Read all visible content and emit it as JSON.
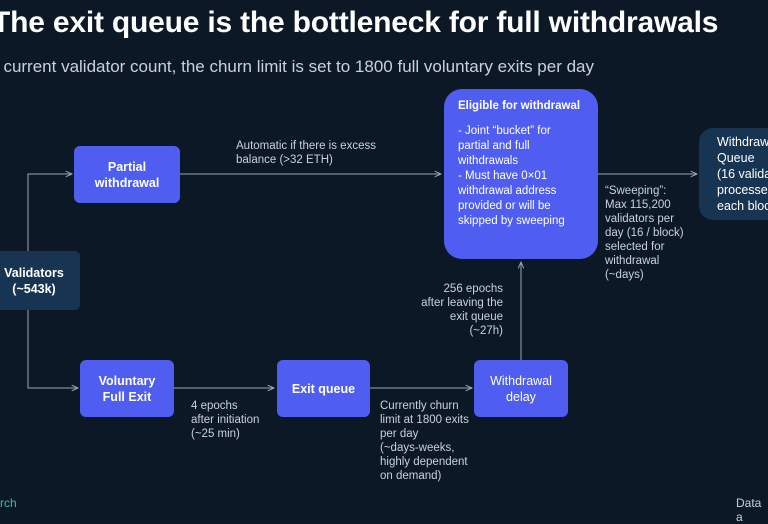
{
  "title": "The exit queue is the bottleneck for full withdrawals",
  "subtitle": "t current validator count, the churn limit is set to 1800 full voluntary exits per day",
  "nodes": {
    "validators": "Validators\n(~543k)",
    "partial": "Partial\nwithdrawal",
    "voluntary": "Voluntary\nFull Exit",
    "exit_queue": "Exit queue",
    "withdrawal_delay": "Withdrawal\ndelay",
    "eligible_title": "Eligible for withdrawal",
    "eligible_body": "- Joint “bucket” for\npartial and full\nwithdrawals\n- Must have 0×01\nwithdrawal address\nprovided or will be\nskipped by sweeping",
    "queue": "Withdraw\nQueue\n(16 validat\nprocesse\neach bloc"
  },
  "labels": {
    "automatic": "Automatic if there is excess\nbalance (>32 ETH)",
    "sweeping": "“Sweeping”:\nMax 115,200\nvalidators per\nday (16 / block)\nselected for\nwithdrawal\n(~days)",
    "epochs256": "256 epochs\nafter leaving the\nexit queue\n(~27h)",
    "epochs4": "4 epochs\nafter initiation\n(~25 min)",
    "churn": "Currently churn\nlimit at 1800 exits\nper day\n(~days-weeks,\nhighly dependent\non demand)"
  },
  "footer": {
    "left": "rch",
    "right": "Data a"
  },
  "colors": {
    "background": "#0c1826",
    "node_blue": "#4f5ef0",
    "node_navy": "#173553",
    "line": "#9aa6b4",
    "muted_text": "#c9d2dc"
  }
}
